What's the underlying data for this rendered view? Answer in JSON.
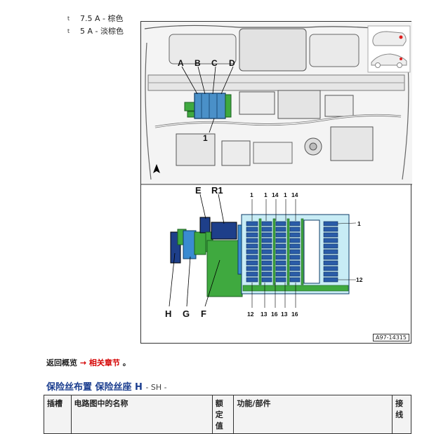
{
  "bullets": [
    {
      "mark": "t",
      "text": "7.5 A - 棕色"
    },
    {
      "mark": "t",
      "text": "5 A - 淡棕色"
    }
  ],
  "figure": {
    "top_callouts": [
      "A",
      "B",
      "C",
      "D"
    ],
    "top_pointer": "1",
    "detail_callouts": [
      "E",
      "R1",
      "H",
      "G",
      "F"
    ],
    "top_numbers": [
      "1",
      "1",
      "14",
      "1",
      "14"
    ],
    "bottom_numbers": [
      "12",
      "13",
      "16",
      "13",
      "16"
    ],
    "side_numbers": [
      "1",
      "12"
    ],
    "ref_code": "A97-14315"
  },
  "back_link": {
    "text": "返回概览",
    "arrow": "→",
    "link": "相关章节",
    "end": "。"
  },
  "heading": {
    "title": "保险丝布置 保险丝座 H",
    "suffix": "-  SH  -"
  },
  "table": {
    "headers": [
      "插槽",
      "电路图中的名称",
      "额定值",
      "功能/部件",
      "接线"
    ]
  }
}
